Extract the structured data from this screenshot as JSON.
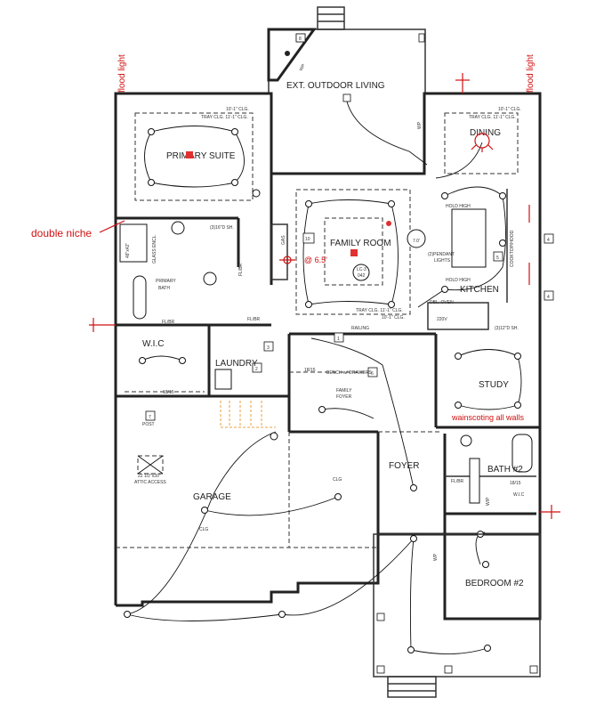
{
  "rooms": {
    "outdoor_living": "EXT. OUTDOOR LIVING",
    "primary_suite": "PRIMARY SUITE",
    "dining": "DINING",
    "family_room": "FAMILY ROOM",
    "kitchen": "KITCHEN",
    "primary_bath_1": "PRIMARY",
    "primary_bath_2": "BATH",
    "wic": "W.I.C",
    "laundry": "LAUNDRY",
    "family_foyer_1": "FAMILY",
    "family_foyer_2": "FOYER",
    "study": "STUDY",
    "foyer": "FOYER",
    "bath2": "BATH #2",
    "garage": "GARAGE",
    "bedroom2": "BEDROOM #2"
  },
  "notes": {
    "clg_10": "10'-1\" CLG.",
    "tray_clg": "TRAY CLG. 11'-1\" CLG.",
    "glass_encl": "GLASS ENCL.",
    "shower_size": "48\"x42\"",
    "flbr": "FL/BR",
    "sh16": "(3)16\"D SH.",
    "sh12": "(3)12\"D SH.",
    "shelf": "18/15",
    "hold_high": "HOLD HIGH",
    "pendant_1": "(2)PENDANT",
    "pendant_2": "LIGHTS",
    "cooktop": "COOKTOP/HOOD",
    "dbl_oven": "DBL. OVEN",
    "v220": "220V",
    "railing": "RAILING",
    "bench": "BENCH w/ DRAWERS",
    "post": "POST",
    "attic_1": "22 1/2\"x30\"",
    "attic_2": "ATTIC ACCESS",
    "clg": "CLG",
    "wp": "WP",
    "gas": "GAS",
    "fan_1": "LC-3",
    "fan_2": "042",
    "pendant_height": "7.0'",
    "wic_small": "W.I.C",
    "w_p": "W/P"
  },
  "tags": [
    "1",
    "2",
    "3",
    "4",
    "4",
    "5",
    "6",
    "7",
    "8",
    "10"
  ],
  "annotations": {
    "flood_light_left": "flood light",
    "flood_light_right": "flood light",
    "double_niche": "double niche",
    "height_65": "@ 6.5'",
    "wainscoting": "wainscoting all walls",
    "color": "#d01010"
  }
}
